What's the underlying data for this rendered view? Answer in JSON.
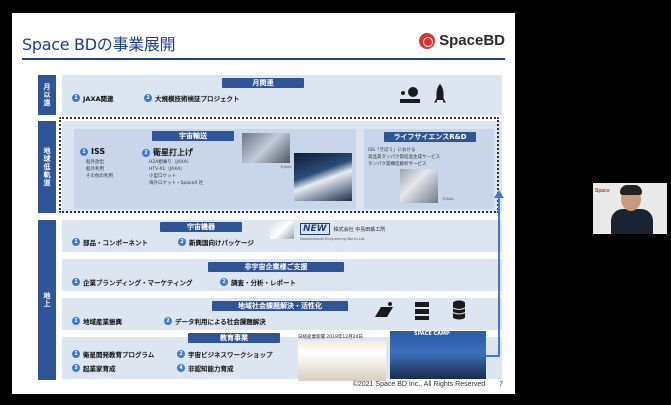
{
  "slide": {
    "title": "Space BDの事業展開",
    "brand": "SpaceBD",
    "footer": "©2021 Space BD Inc., All Rights Reserved",
    "page_number": "7"
  },
  "rows": {
    "orbit": {
      "label": "月以遠",
      "section_title": "月関連",
      "items": [
        "JAXA関連",
        "大規模技術検証プロジェクト"
      ],
      "numbers": [
        "1",
        "2"
      ]
    },
    "leo": {
      "label": "地球低軌道",
      "section_title": "宇宙輸送",
      "iss": {
        "title": "ISS",
        "number": "1",
        "bullets": [
          "船外放出",
          "船外利用",
          "その他の利用"
        ]
      },
      "launch": {
        "title": "衛星打上げ",
        "number": "2",
        "bullets": [
          "H2A相乗り（JAXA）",
          "HTV-X1（JAXA）",
          "小型ロケット",
          "海外ロケット・SpaceX 社"
        ]
      },
      "credit1": "©JAXA",
      "credit2": "©JAXA",
      "life_science": {
        "title": "ライフサイエンスR&D",
        "bullets": [
          "ISS「きぼう」における",
          "高品質タンパク質結晶生成サービス",
          "タンパク質構造解析サービス"
        ],
        "credit": "©JAXA"
      }
    },
    "ground": {
      "label": "地上",
      "equipment": {
        "title": "宇宙機器",
        "items": [
          "部品・コンポーネント",
          "新興国向けパッケージ"
        ],
        "numbers": [
          "1",
          "2"
        ],
        "partner_logo": "NEW",
        "partner_name": "株式会社 中島田鉄工所",
        "partner_sub": "Nakashimada Engineering Works,Ltd."
      },
      "non_space": {
        "title": "非宇宙企業様ご支援",
        "items": [
          "企業ブランディング・マーケティング",
          "調査・分析・レポート"
        ],
        "numbers": [
          "1",
          "2"
        ]
      },
      "regional": {
        "title": "地域社会課題解決・活性化",
        "items": [
          "地域産業振興",
          "データ利用による社会課題解決"
        ],
        "numbers": [
          "1",
          "2"
        ]
      },
      "education": {
        "title": "教育事業",
        "items": [
          "衛星開発教育プログラム",
          "宇宙ビジネスワークショップ",
          "起業家育成",
          "非認知能力育成"
        ],
        "numbers": [
          "1",
          "2",
          "3",
          "4"
        ],
        "newspaper_caption": "日経産業新聞 2019年12月24日",
        "photo_label": "SPACE CAMP"
      }
    }
  },
  "webcam": {
    "logo": "Space"
  },
  "colors": {
    "accent": "#2f5597",
    "panel": "#dde5f1",
    "brand_red": "#d9352b",
    "number_blue": "#3a7bd5"
  }
}
